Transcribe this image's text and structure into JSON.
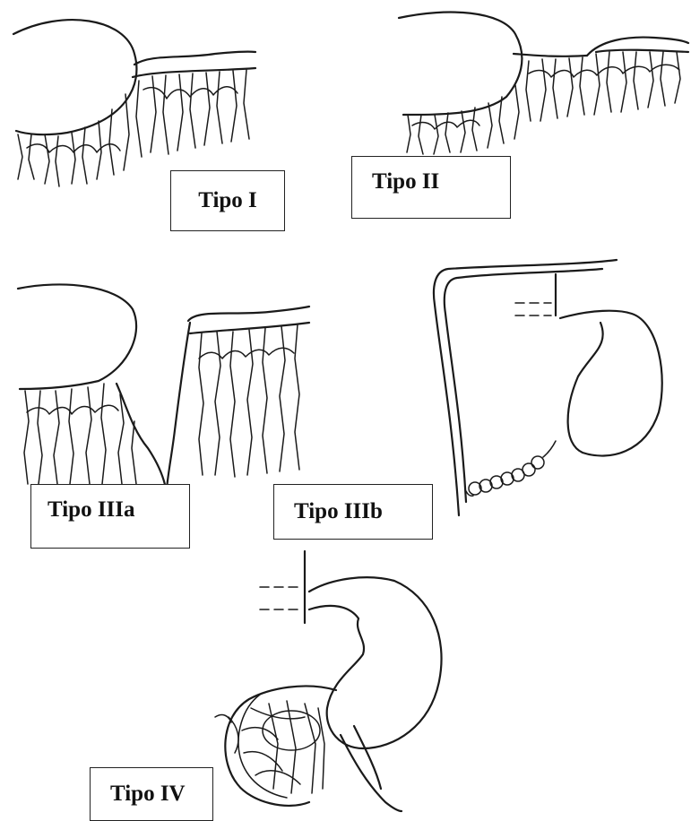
{
  "labels": {
    "type1": "Tipo I",
    "type2": "Tipo II",
    "type3a": "Tipo IIIa",
    "type3b": "Tipo IIIb",
    "type4": "Tipo IV"
  }
}
